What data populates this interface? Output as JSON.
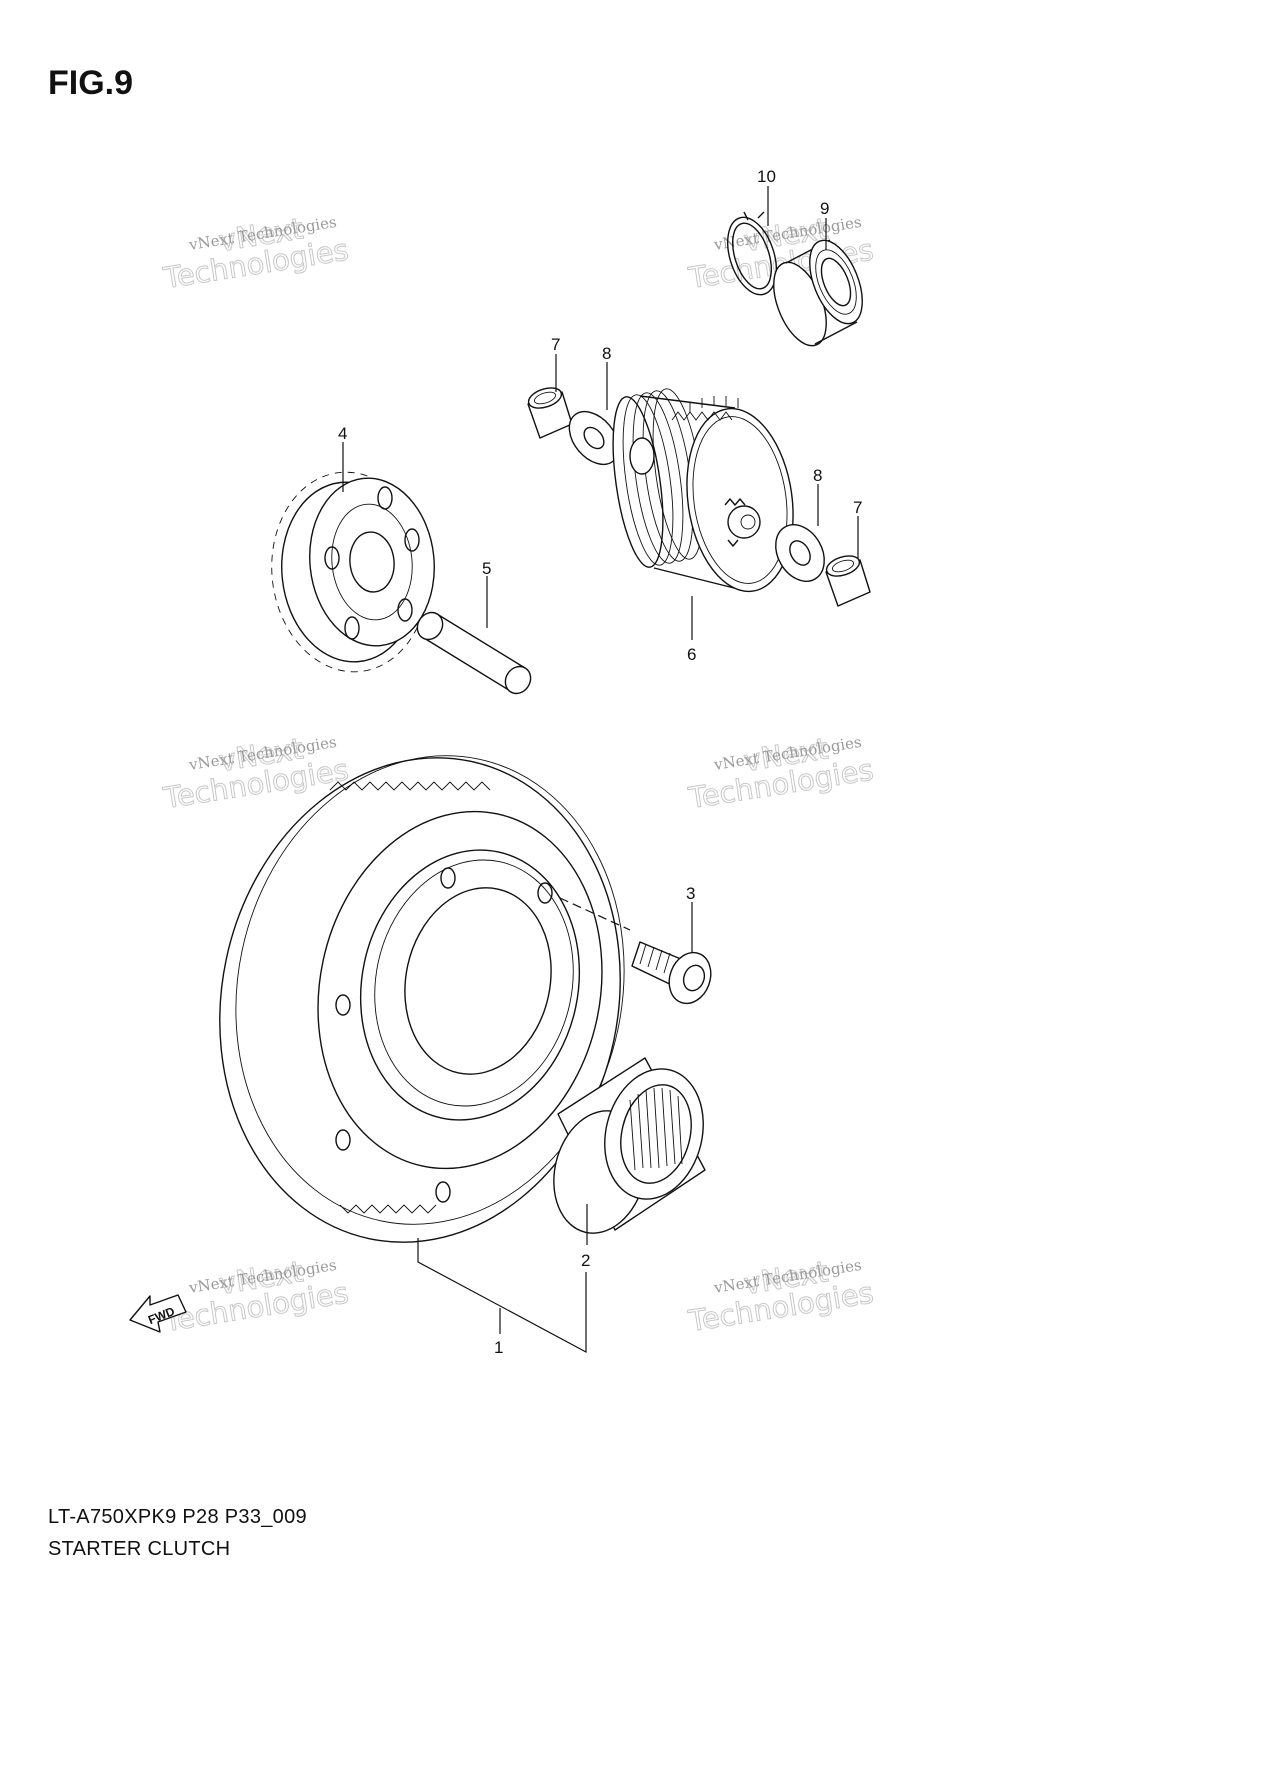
{
  "figure": {
    "title": "FIG.9"
  },
  "footer": {
    "code": "LT-A750XPK9 P28 P33_009",
    "name": "STARTER CLUTCH"
  },
  "watermark": {
    "line1": "vNext Technologies",
    "line2": "vNext",
    "line3": "Technologies"
  },
  "fwd": {
    "text": "FWD"
  },
  "callouts": [
    "1",
    "2",
    "3",
    "4",
    "5",
    "6",
    "7",
    "8",
    "7",
    "8",
    "9",
    "10"
  ]
}
